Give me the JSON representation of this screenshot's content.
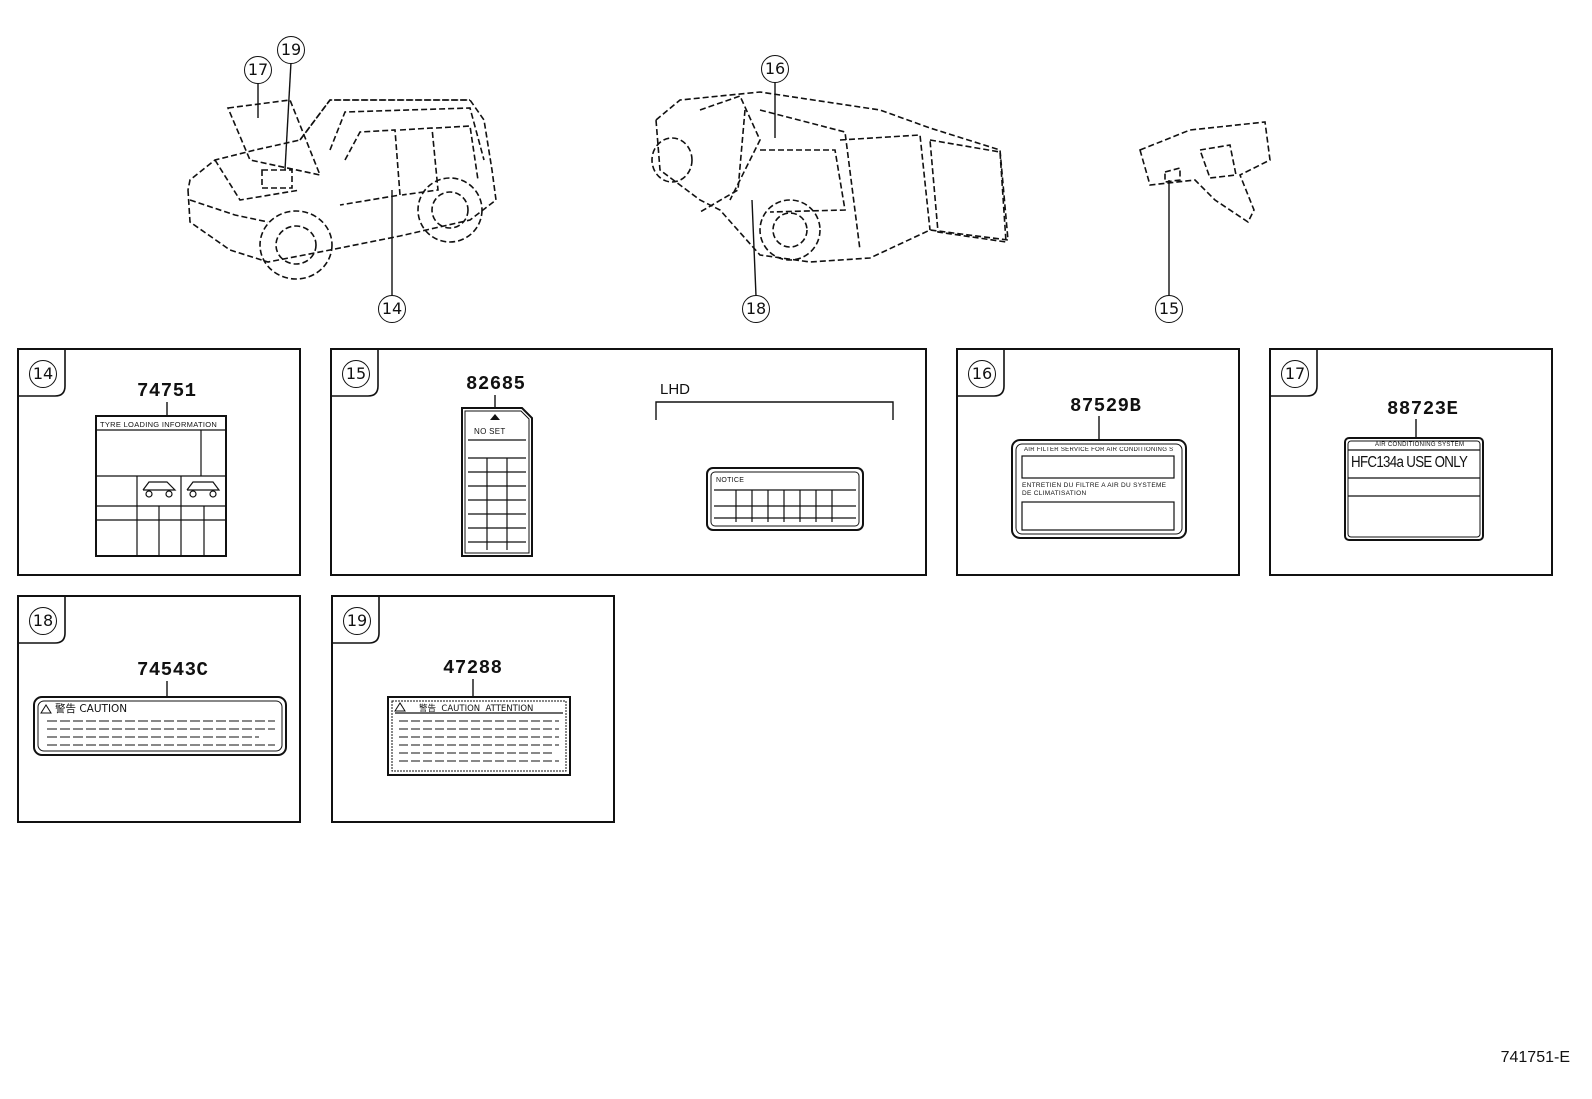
{
  "callouts": {
    "c14": "14",
    "c15": "15",
    "c16": "16",
    "c17": "17",
    "c18": "18",
    "c19": "19"
  },
  "panels": [
    {
      "id": "14",
      "part_number": "74751",
      "label_text": "TYRE LOADING INFORMATION"
    },
    {
      "id": "15",
      "part_number": "82685",
      "variant": "LHD",
      "label_text": "NO SET",
      "label_text_2": "NOTICE"
    },
    {
      "id": "16",
      "part_number": "87529B",
      "label_text": "AIR FILTER SERVICE FOR AIR CONDITIONING SYSTEM",
      "label_text_2": "ENTRETIEN DU FILTRE A AIR DU SYSTEME DE CLIMATISATION"
    },
    {
      "id": "17",
      "part_number": "88723E",
      "label_text": "AIR CONDITIONING SYSTEM",
      "label_text_2": "HFC134a USE ONLY"
    },
    {
      "id": "18",
      "part_number": "74543C",
      "label_text": "警告  CAUTION"
    },
    {
      "id": "19",
      "part_number": "47288",
      "label_text": "警告  CAUTION  ATTENTION"
    }
  ],
  "diagram_code": "741751-E"
}
